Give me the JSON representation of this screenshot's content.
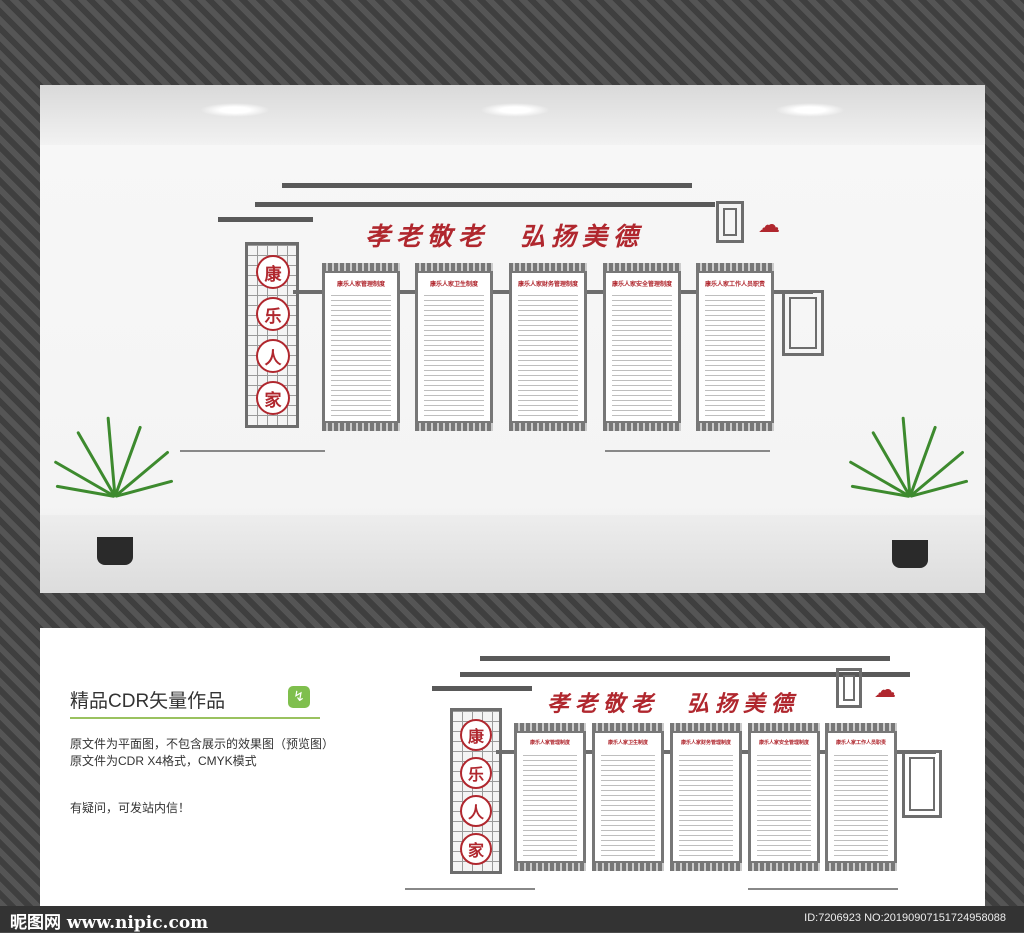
{
  "design": {
    "slogan": "孝老敬老　弘扬美德",
    "vertical_chars": [
      "康",
      "乐",
      "人",
      "家"
    ],
    "panels": [
      {
        "title": "康乐人家管理制度"
      },
      {
        "title": "康乐人家卫生制度"
      },
      {
        "title": "康乐人家财务管理制度"
      },
      {
        "title": "康乐人家安全管理制度"
      },
      {
        "title": "康乐人家工作人员职责"
      }
    ]
  },
  "info": {
    "title": "精品CDR矢量作品",
    "logo_glyph": "↯",
    "line1": "原文件为平面图，不包含展示的效果图（预览图）",
    "line2": "原文件为CDR X4格式，CMYK模式",
    "line3": "有疑问，可发站内信！"
  },
  "footer": {
    "site": "昵图网 www.nipic.com",
    "id_text": "ID:7206923 NO:20190907151724958088"
  },
  "colors": {
    "accent_red": "#b0272e",
    "frame_gray": "#6d6d6d",
    "plant_green": "#3d8a2e"
  }
}
